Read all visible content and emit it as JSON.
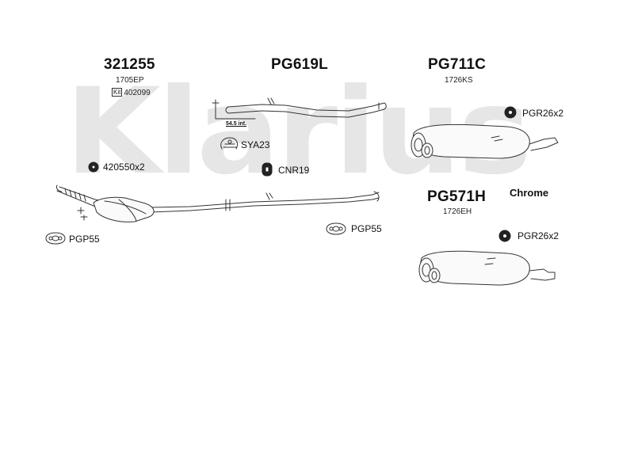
{
  "watermark": "Klarius",
  "parts": {
    "p321255": {
      "code": "321255",
      "ref": "1705EP",
      "kit_label": "Kit",
      "kit_ref": "402099"
    },
    "pg619l": {
      "code": "PG619L",
      "dimension": "54.5 int."
    },
    "pg711c": {
      "code": "PG711C",
      "ref": "1726KS"
    },
    "pg571h": {
      "code": "PG571H",
      "ref": "1726EH",
      "finish": "Chrome"
    }
  },
  "accessories": {
    "pgr26_top": "PGR26x2",
    "sya23": "SYA23",
    "cnr19": "CNR19",
    "a420550": "420550x2",
    "pgp55_left": "PGP55",
    "pgp55_mid": "PGP55",
    "pgr26_bottom": "PGR26x2"
  },
  "colors": {
    "line": "#333333",
    "watermark": "#e6e6e6",
    "background": "#ffffff"
  }
}
